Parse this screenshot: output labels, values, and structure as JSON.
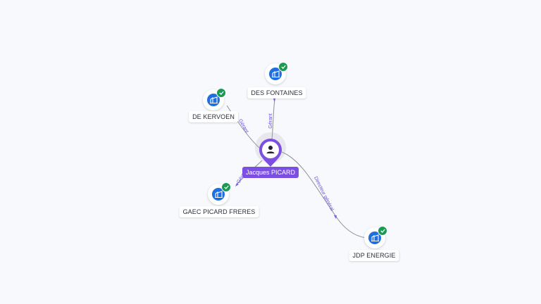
{
  "central_person": {
    "name": "Jacques PICARD",
    "icon": "person-icon",
    "accent": "#7a4fe2"
  },
  "companies": [
    {
      "name": "DES FONTAINES",
      "icon": "company-building-icon",
      "verified": true
    },
    {
      "name": "DE KERVOEN",
      "icon": "company-building-icon",
      "verified": true
    },
    {
      "name": "GAEC PICARD FRERES",
      "icon": "company-building-icon",
      "verified": true
    },
    {
      "name": "JDP ENERGIE",
      "icon": "company-building-icon",
      "verified": true
    }
  ],
  "relations": [
    {
      "to": "DES FONTAINES",
      "role": "Gérant"
    },
    {
      "to": "DE KERVOEN",
      "role": "Gérant"
    },
    {
      "to": "GAEC PICARD FRERES",
      "role": "Gérant"
    },
    {
      "to": "JDP ENERGIE",
      "role": "Directeur général"
    }
  ],
  "colors": {
    "background": "#f8f9fd",
    "company_icon": "#1f6fe0",
    "verified_badge": "#1a9a52",
    "edge": "#8c8f9a",
    "edge_label": "#6a4be0"
  }
}
